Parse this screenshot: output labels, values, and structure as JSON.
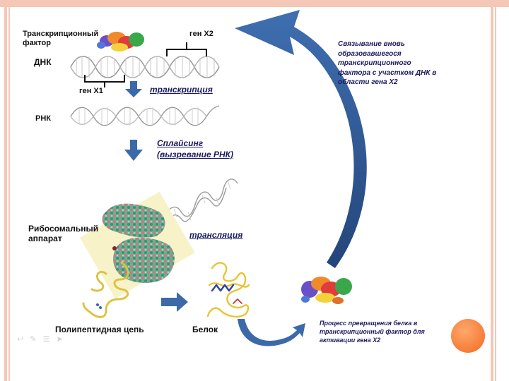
{
  "labels": {
    "transcription_factor": "Транскрипционный фактор",
    "gene_x2": "ген X2",
    "dna": "ДНК",
    "gene_x1": "ген X1",
    "transcription": "транскрипция",
    "rna": "РНК",
    "splicing_line1": "Сплайсинг",
    "splicing_line2": "(вызревание РНК)",
    "ribosomal_apparatus": "Рибосомальный аппарат",
    "translation": "трансляция",
    "polypeptide_chain": "Полипептидная цепь",
    "protein": "Белок"
  },
  "notes": {
    "binding": "Связывание вновь образовавшегося транскрипционного фактора с участком ДНК в области гена X2",
    "conversion": "Процесс превращения белка в транскрипционный фактор для активации гена X2"
  },
  "nav_icons": [
    "back-arrow-icon",
    "pen-icon",
    "menu-icon",
    "forward-arrow-icon"
  ],
  "colors": {
    "arrow_blue": "#3c6aa8",
    "dna_gray": "#9a9a9a",
    "ribosome_pink": "#d96a78",
    "ribosome_green": "#5aa88a",
    "polypeptide_yellow": "#e0c040",
    "accent_orange": "#f26a22",
    "border_pink": "#f4c7b6"
  }
}
